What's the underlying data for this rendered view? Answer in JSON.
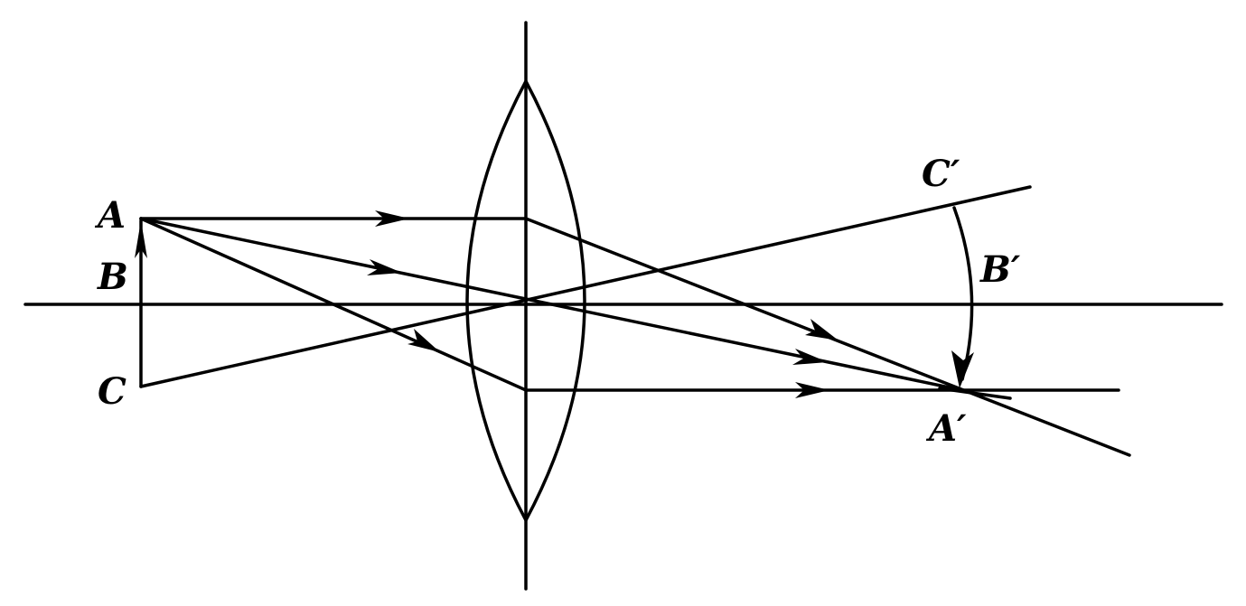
{
  "labels": {
    "A": "A",
    "B": "B",
    "C": "C",
    "A_prime": "A′",
    "B_prime": "B′",
    "C_prime": "C′"
  },
  "colors": {
    "ink": "#000000",
    "background": "#ffffff"
  }
}
